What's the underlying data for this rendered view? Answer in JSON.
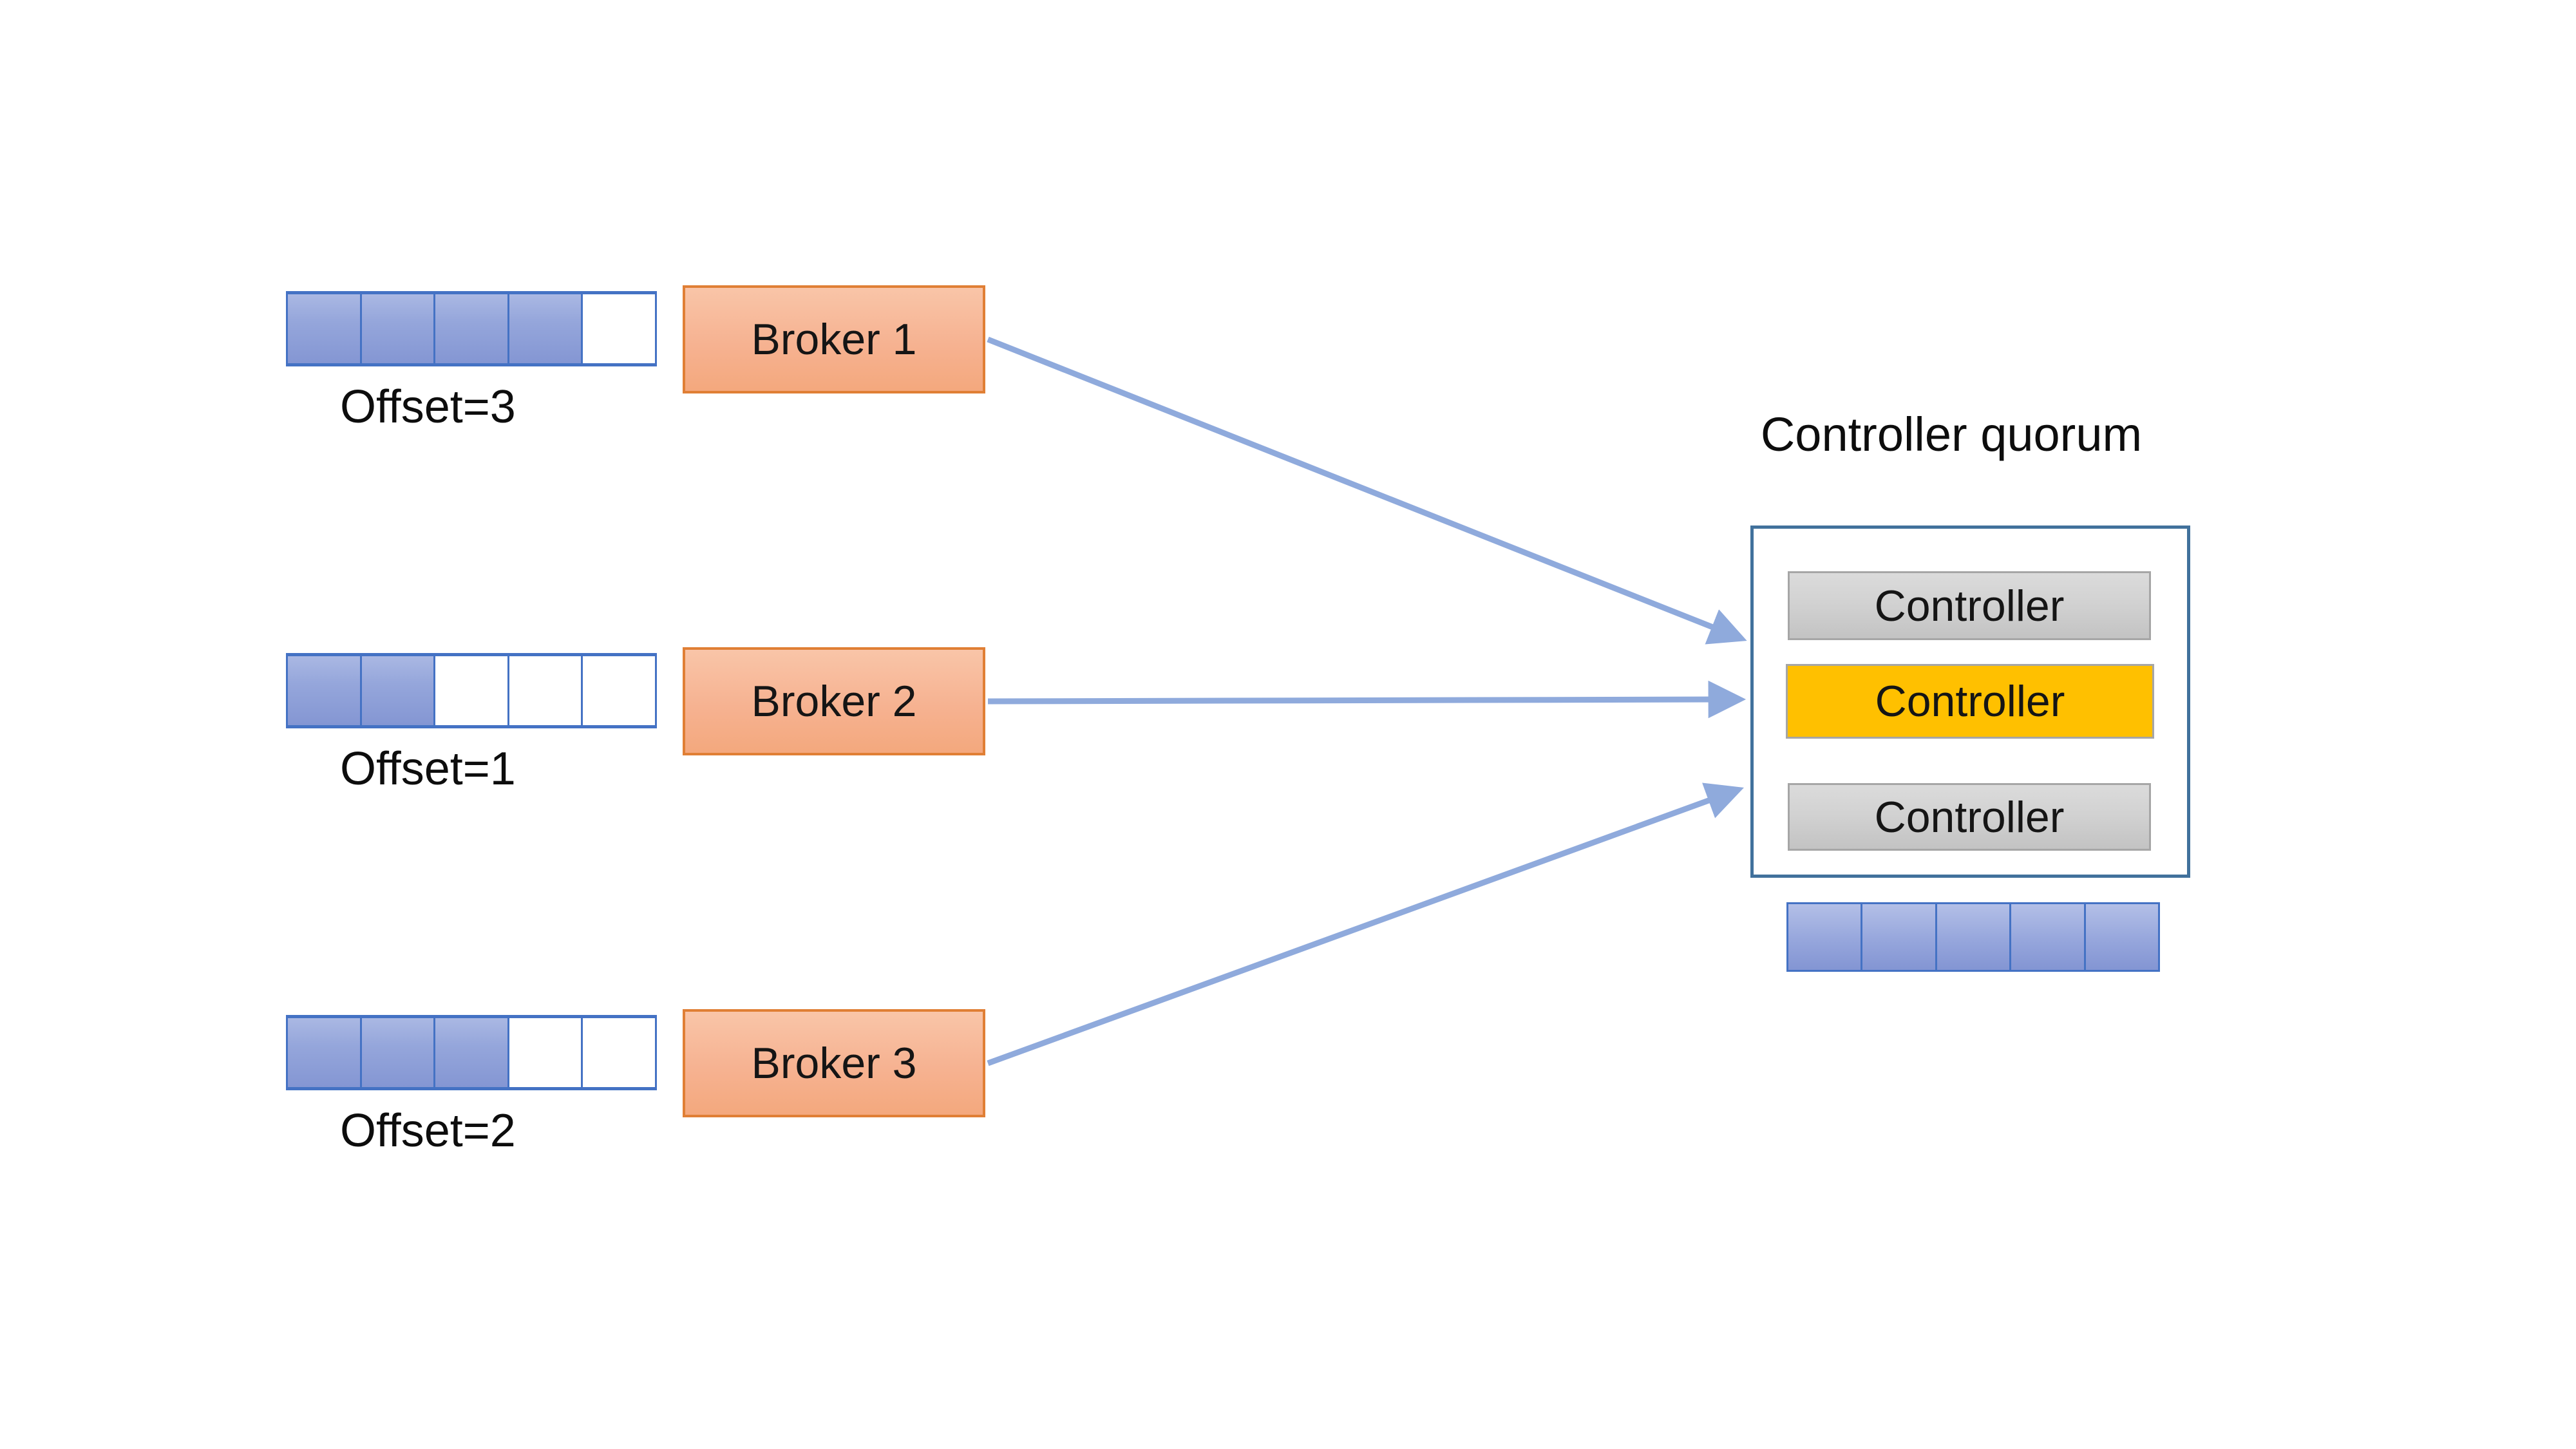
{
  "diagram": {
    "title": "Controller quorum",
    "brokers": [
      {
        "label": "Broker 1",
        "offset_label": "Offset=3",
        "log": {
          "cells": 5,
          "filled": 4
        }
      },
      {
        "label": "Broker 2",
        "offset_label": "Offset=1",
        "log": {
          "cells": 5,
          "filled": 2
        }
      },
      {
        "label": "Broker 3",
        "offset_label": "Offset=2",
        "log": {
          "cells": 5,
          "filled": 3
        }
      }
    ],
    "quorum": {
      "controllers": [
        {
          "label": "Controller",
          "highlight": false
        },
        {
          "label": "Controller",
          "highlight": true
        },
        {
          "label": "Controller",
          "highlight": false
        }
      ],
      "log": {
        "cells": 5,
        "filled": 5
      }
    },
    "connections": [
      {
        "from": "Broker 1",
        "to": "Controller quorum"
      },
      {
        "from": "Broker 2",
        "to": "Controller quorum"
      },
      {
        "from": "Broker 3",
        "to": "Controller quorum"
      }
    ],
    "colors": {
      "log_fill": "#95A6DB",
      "log_border": "#4472C4",
      "broker_fill": "#F6B291",
      "broker_border": "#E07F35",
      "controller_gray": "#D2D2D2",
      "controller_leader": "#FFC000",
      "controller_border": "#A6A6A6",
      "quorum_border": "#41719C",
      "arrow": "#8FAADC"
    }
  }
}
